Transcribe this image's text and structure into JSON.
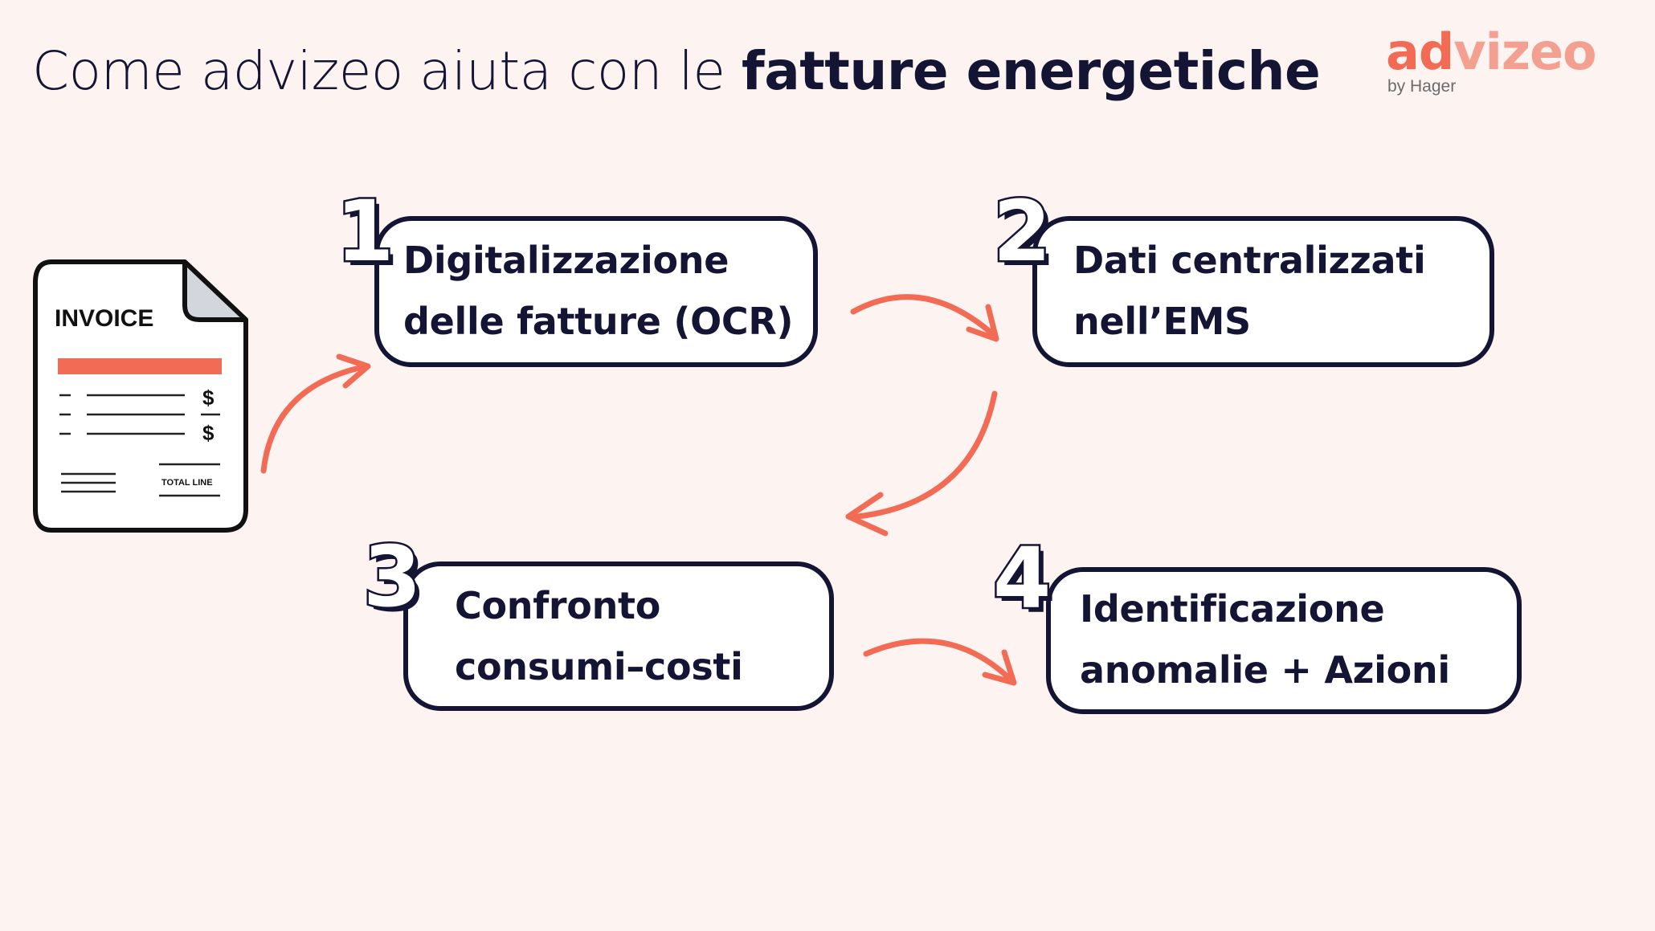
{
  "header": {
    "title_regular": "Come advizeo aiuta con le ",
    "title_bold": "fatture energetiche"
  },
  "logo": {
    "word_solid": "ad",
    "word_hatched": "vizeo",
    "subtitle": "by Hager",
    "color": "#f26b55"
  },
  "invoice_icon": {
    "heading": "INVOICE",
    "currency_1": "$",
    "currency_2": "$",
    "total_label": "TOTAL LINE",
    "accent_color": "#f26b55"
  },
  "steps": [
    {
      "number": "1",
      "line1": "Digitalizzazione",
      "line2": "delle fatture (OCR)"
    },
    {
      "number": "2",
      "line1": "Dati centralizzati",
      "line2": "nell’EMS"
    },
    {
      "number": "3",
      "line1": "Confronto",
      "line2": "consumi–costi"
    },
    {
      "number": "4",
      "line1": "Identificazione",
      "line2": "anomalie + Azioni"
    }
  ],
  "colors": {
    "background": "#fdf3f1",
    "ink": "#141434",
    "arrow": "#f26b55"
  }
}
